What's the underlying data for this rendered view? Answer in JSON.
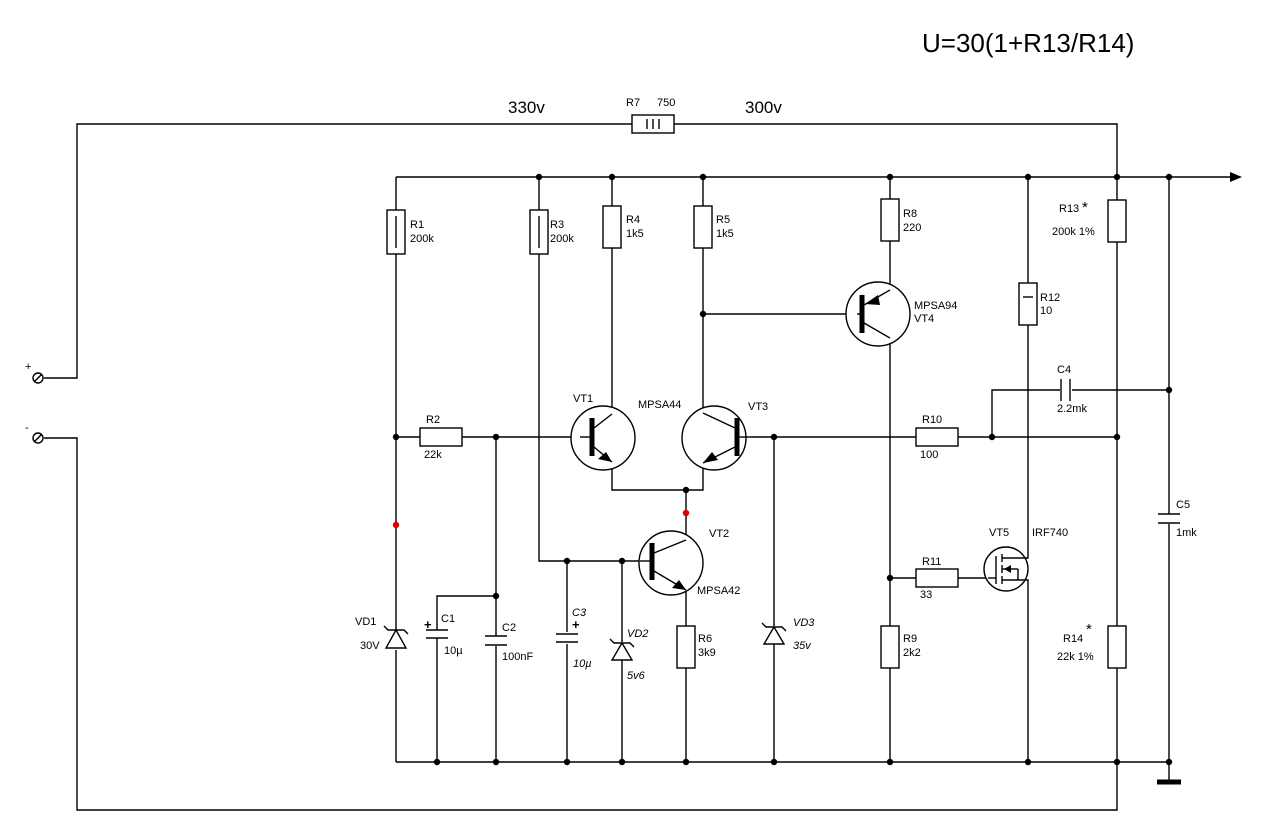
{
  "formula": "U=30(1+R13/R14)",
  "voltages": {
    "in": "330v",
    "out": "300v"
  },
  "terminals": {
    "plus": "+",
    "minus": "-"
  },
  "resistors": {
    "R1": {
      "name": "R1",
      "value": "200k"
    },
    "R2": {
      "name": "R2",
      "value": "22k"
    },
    "R3": {
      "name": "R3",
      "value": "200k"
    },
    "R4": {
      "name": "R4",
      "value": "1k5"
    },
    "R5": {
      "name": "R5",
      "value": "1k5"
    },
    "R6": {
      "name": "R6",
      "value": "3k9"
    },
    "R7": {
      "name": "R7",
      "value": "750"
    },
    "R8": {
      "name": "R8",
      "value": "220"
    },
    "R9": {
      "name": "R9",
      "value": "2k2"
    },
    "R10": {
      "name": "R10",
      "value": "100"
    },
    "R11": {
      "name": "R11",
      "value": "33"
    },
    "R12": {
      "name": "R12",
      "value": "10"
    },
    "R13": {
      "name": "R13",
      "value": "200k 1%",
      "star": "*"
    },
    "R14": {
      "name": "R14",
      "value": "22k 1%",
      "star": "*"
    }
  },
  "capacitors": {
    "C1": {
      "name": "C1",
      "value": "10µ",
      "polarity": "+"
    },
    "C2": {
      "name": "C2",
      "value": "100nF"
    },
    "C3": {
      "name": "C3",
      "value": "10µ",
      "polarity": "+"
    },
    "C4": {
      "name": "C4",
      "value": "2.2mk"
    },
    "C5": {
      "name": "C5",
      "value": "1mk"
    }
  },
  "diodes": {
    "VD1": {
      "name": "VD1",
      "value": "30V"
    },
    "VD2": {
      "name": "VD2",
      "value": "5v6"
    },
    "VD3": {
      "name": "VD3",
      "value": "35v"
    }
  },
  "transistors": {
    "VT1": {
      "name": "VT1",
      "type": "MPSA44"
    },
    "VT2": {
      "name": "VT2",
      "type": "MPSA42"
    },
    "VT3": {
      "name": "VT3"
    },
    "VT4": {
      "name": "VT4",
      "type": "MPSA94"
    },
    "VT5": {
      "name": "VT5",
      "type": "IRF740"
    }
  }
}
